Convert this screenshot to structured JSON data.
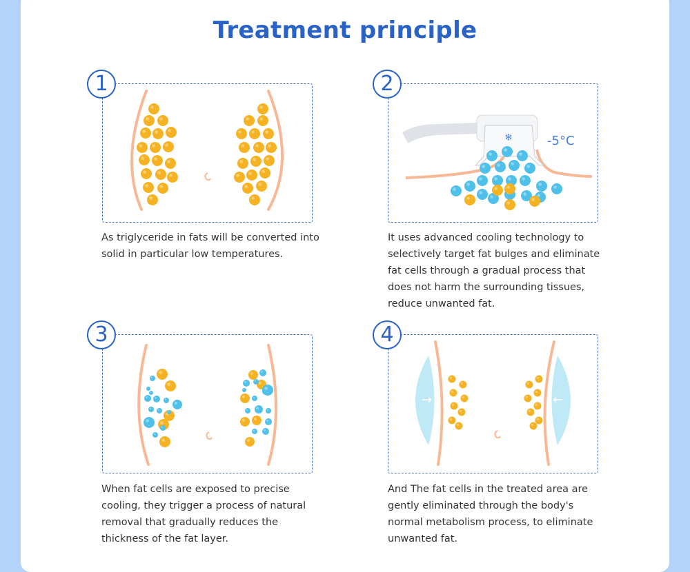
{
  "title": "Treatment principle",
  "steps": [
    {
      "number": "1",
      "text": "As triglyceride in fats will be converted into solid in particular low temperatures."
    },
    {
      "number": "2",
      "text": "It uses advanced cooling technology to selectively target fat bulges and eliminate fat cells through a gradual process that does not harm the surrounding tissues, reduce unwanted fat.",
      "temperature": "-5°C"
    },
    {
      "number": "3",
      "text": "When fat cells are exposed to precise cooling, they trigger a process of natural removal that gradually reduces the thickness of the fat layer."
    },
    {
      "number": "4",
      "text": "And The fat cells in the treated area are gently eliminated through the body's normal metabolism process, to eliminate unwanted fat."
    }
  ],
  "colors": {
    "accent": "#2a63c6",
    "fat": "#f5b324",
    "cold": "#4fc0ea",
    "skin": "#f7b896"
  }
}
